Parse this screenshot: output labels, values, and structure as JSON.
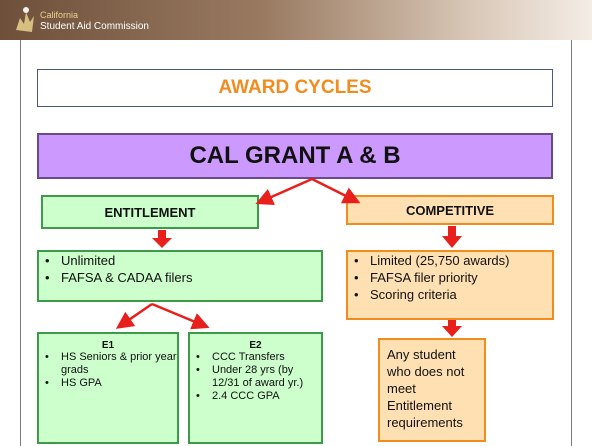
{
  "header": {
    "org_line1": "California",
    "org_line2": "Student Aid Commission",
    "logo_icon": "bear-logo-icon"
  },
  "title": "AWARD CYCLES",
  "program": "CAL GRANT A & B",
  "entitlement": {
    "label": "ENTITLEMENT",
    "items": [
      "Unlimited",
      "FAFSA & CADAA filers"
    ],
    "e1": {
      "label": "E1",
      "items": [
        "HS Seniors & prior year grads",
        "HS GPA"
      ]
    },
    "e2": {
      "label": "E2",
      "items": [
        "CCC Transfers",
        "Under 28 yrs (by 12/31 of award yr.)",
        "2.4 CCC GPA"
      ]
    }
  },
  "competitive": {
    "label": "COMPETITIVE",
    "items": [
      "Limited (25,750 awards)",
      "FAFSA filer priority",
      "Scoring criteria"
    ],
    "note": "Any student who does not meet Entitlement requirements"
  },
  "colors": {
    "accent_orange": "#f28c1e",
    "purple": "#cc99ff",
    "green_fill": "#ccffcc",
    "green_border": "#3d9a4a",
    "orange_fill": "#ffe0b3",
    "arrow_red": "#e8201c"
  }
}
